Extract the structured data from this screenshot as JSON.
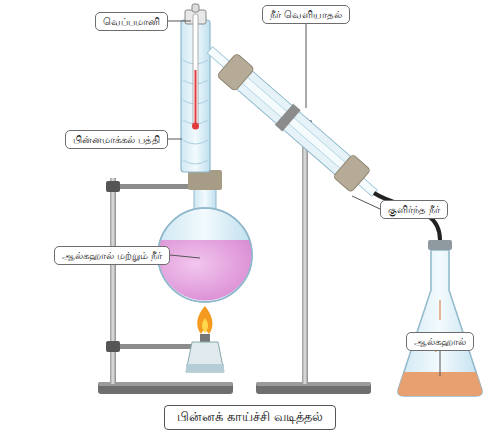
{
  "diagram": {
    "caption": "பின்னக் காய்ச்சி வடித்தல்",
    "nodes": [
      {
        "text": [
          "வெப்பமானி"
        ]
      },
      {
        "text": [
          "நீர் வெளியாதல்"
        ]
      },
      {
        "text": [
          "பின்னமாக்கல் பத்தி"
        ]
      },
      {
        "text": [
          "குளிர்ந்த நீர்"
        ]
      },
      {
        "text": [
          "ஆல்கஹால் மற்றும் நீர்"
        ]
      },
      {
        "text": [
          "ஆல்கஹால்"
        ]
      }
    ]
  }
}
